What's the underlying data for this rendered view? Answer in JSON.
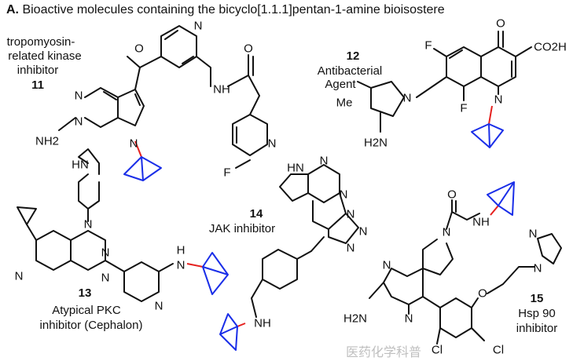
{
  "title": {
    "prefix": "A.",
    "text": "Bioactive molecules containing the bicyclo[1.1.1]pentan-1-amine bioisostere"
  },
  "compounds": [
    {
      "number": "11",
      "desc": [
        "tropomyosin-",
        "related kinase",
        "inhibitor"
      ]
    },
    {
      "number": "12",
      "desc": [
        "Antibacterial",
        "Agent"
      ]
    },
    {
      "number": "13",
      "desc": [
        "Atypical PKC",
        "inhibitor (Cephalon)"
      ]
    },
    {
      "number": "14",
      "desc": [
        "JAK inhibitor"
      ]
    },
    {
      "number": "15",
      "desc": [
        "Hsp 90",
        "inhibitor"
      ]
    }
  ],
  "atoms": {
    "m11": [
      "O",
      "N",
      "NH",
      "O",
      "N",
      "N",
      "NH2",
      "N",
      "N",
      "F"
    ],
    "m12": [
      "O",
      "F",
      "CO2H",
      "N",
      "Me",
      "N",
      "F",
      "N",
      "H2N"
    ],
    "m13": [
      "HN",
      "N",
      "N",
      "N",
      "N",
      "N",
      "H",
      "N"
    ],
    "m14": [
      "HN",
      "N",
      "N",
      "N",
      "N",
      "N",
      "NH"
    ],
    "m15": [
      "O",
      "NH",
      "N",
      "N",
      "N",
      "N",
      "H2N",
      "N",
      "O",
      "Cl",
      "Cl"
    ]
  },
  "watermark": "医药化学科普",
  "colors": {
    "bcp": "#1a2ee8",
    "bond_highlight": "#e5201e"
  }
}
